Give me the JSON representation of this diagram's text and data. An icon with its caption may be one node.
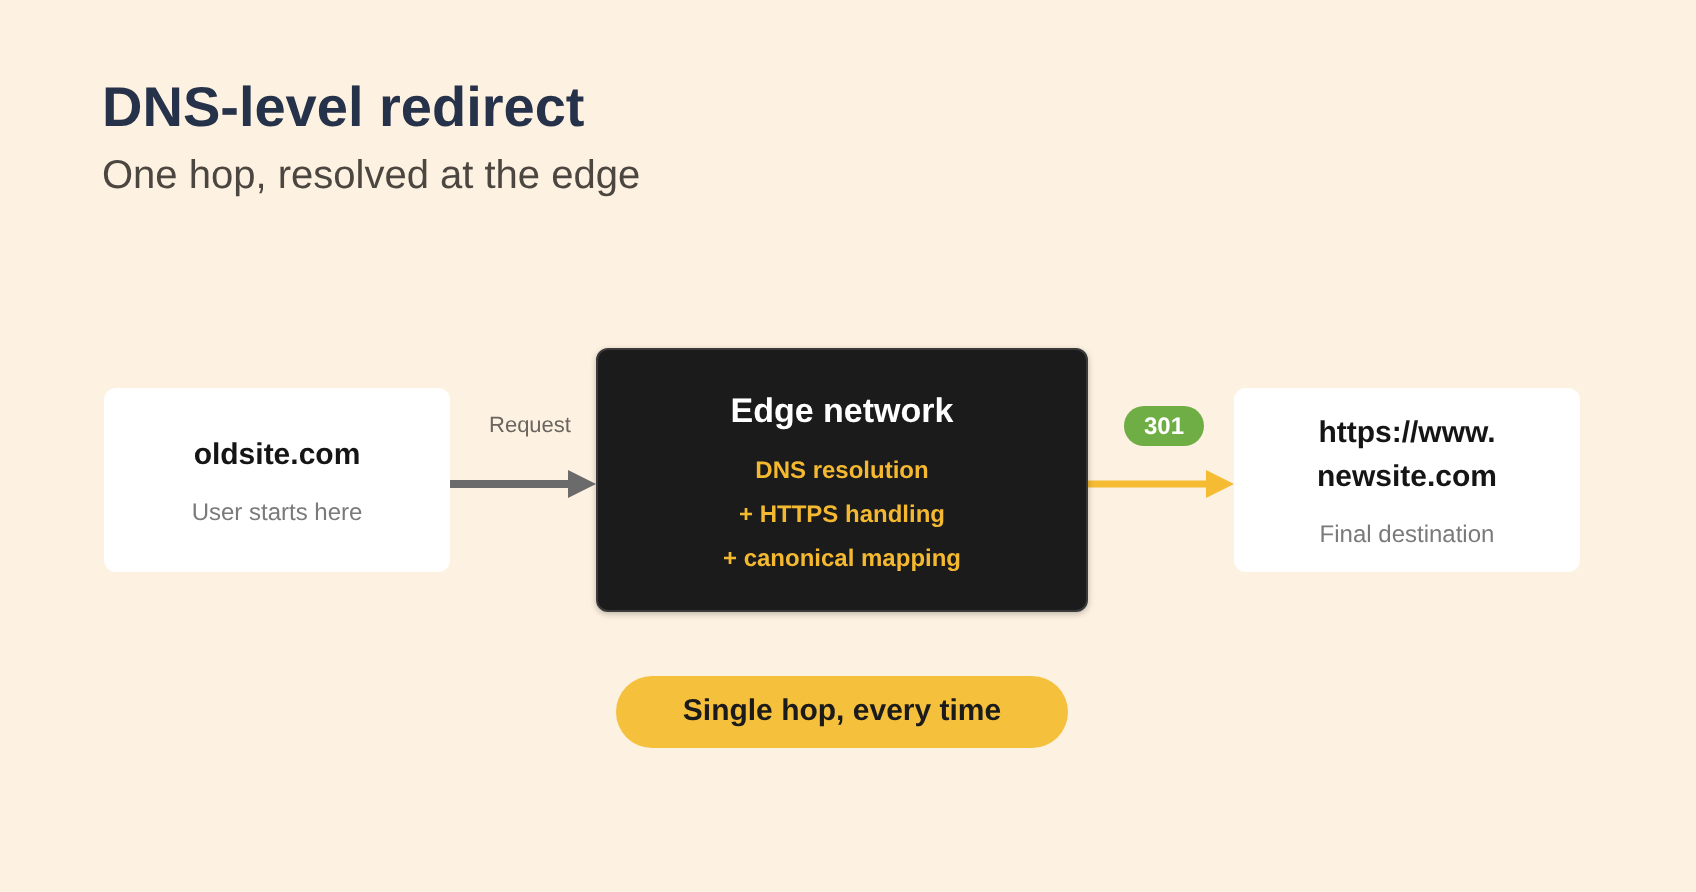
{
  "diagram": {
    "title": "DNS-level redirect",
    "nodes": [
      {
        "text": [
          "oldsite.com",
          "User starts here"
        ]
      },
      {
        "text": [
          "Edge network",
          "DNS resolution",
          "+ HTTPS handling",
          "+ canonical mapping"
        ]
      },
      {
        "text": [
          "https://www. newsite.com",
          "Final destination"
        ]
      },
      {
        "text": [
          "Single hop, every time"
        ]
      }
    ],
    "edges": [
      {
        "from": 0,
        "to": 1,
        "arrow": "to",
        "label": "Request",
        "color": "#6b6b6b"
      },
      {
        "from": 1,
        "to": 2,
        "arrow": "to",
        "label": "301",
        "color": "#f4bb33"
      }
    ],
    "labels": [
      "One hop, resolved at the edge"
    ]
  }
}
